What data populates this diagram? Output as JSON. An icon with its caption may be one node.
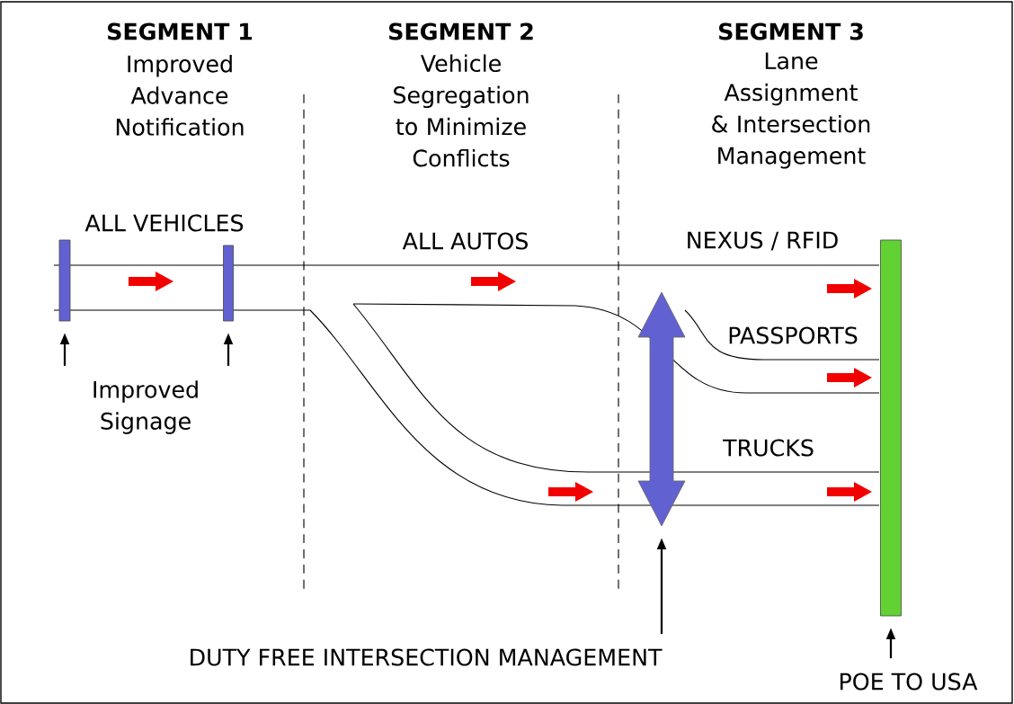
{
  "diagram": {
    "nodes": [
      {
        "text": [],
        "shape": "bar"
      },
      {
        "text": [],
        "shape": "bar"
      },
      {
        "text": [
          "Improved Signage"
        ]
      },
      {
        "text": [],
        "shape": "arrow"
      },
      {
        "text": [
          "DUTY FREE INTERSECTION MANAGEMENT"
        ]
      },
      {
        "text": [],
        "shape": "bar"
      },
      {
        "text": [
          "POE TO USA"
        ]
      }
    ],
    "edges": [
      {
        "from": 2,
        "to": 0,
        "arrow": "to"
      },
      {
        "from": 2,
        "to": 1,
        "arrow": "to"
      },
      {
        "from": 4,
        "to": 3,
        "arrow": "to"
      },
      {
        "from": 6,
        "to": 5,
        "arrow": "to"
      }
    ],
    "labels": [
      "SEGMENT 1",
      "Improved Advance Notification",
      "SEGMENT 2",
      "Vehicle Segregation to Minimize Conflicts",
      "SEGMENT 3",
      "Lane Assignment & Intersection Management",
      "ALL VEHICLES",
      "ALL AUTOS",
      "NEXUS / RFID",
      "PASSPORTS",
      "TRUCKS"
    ]
  }
}
